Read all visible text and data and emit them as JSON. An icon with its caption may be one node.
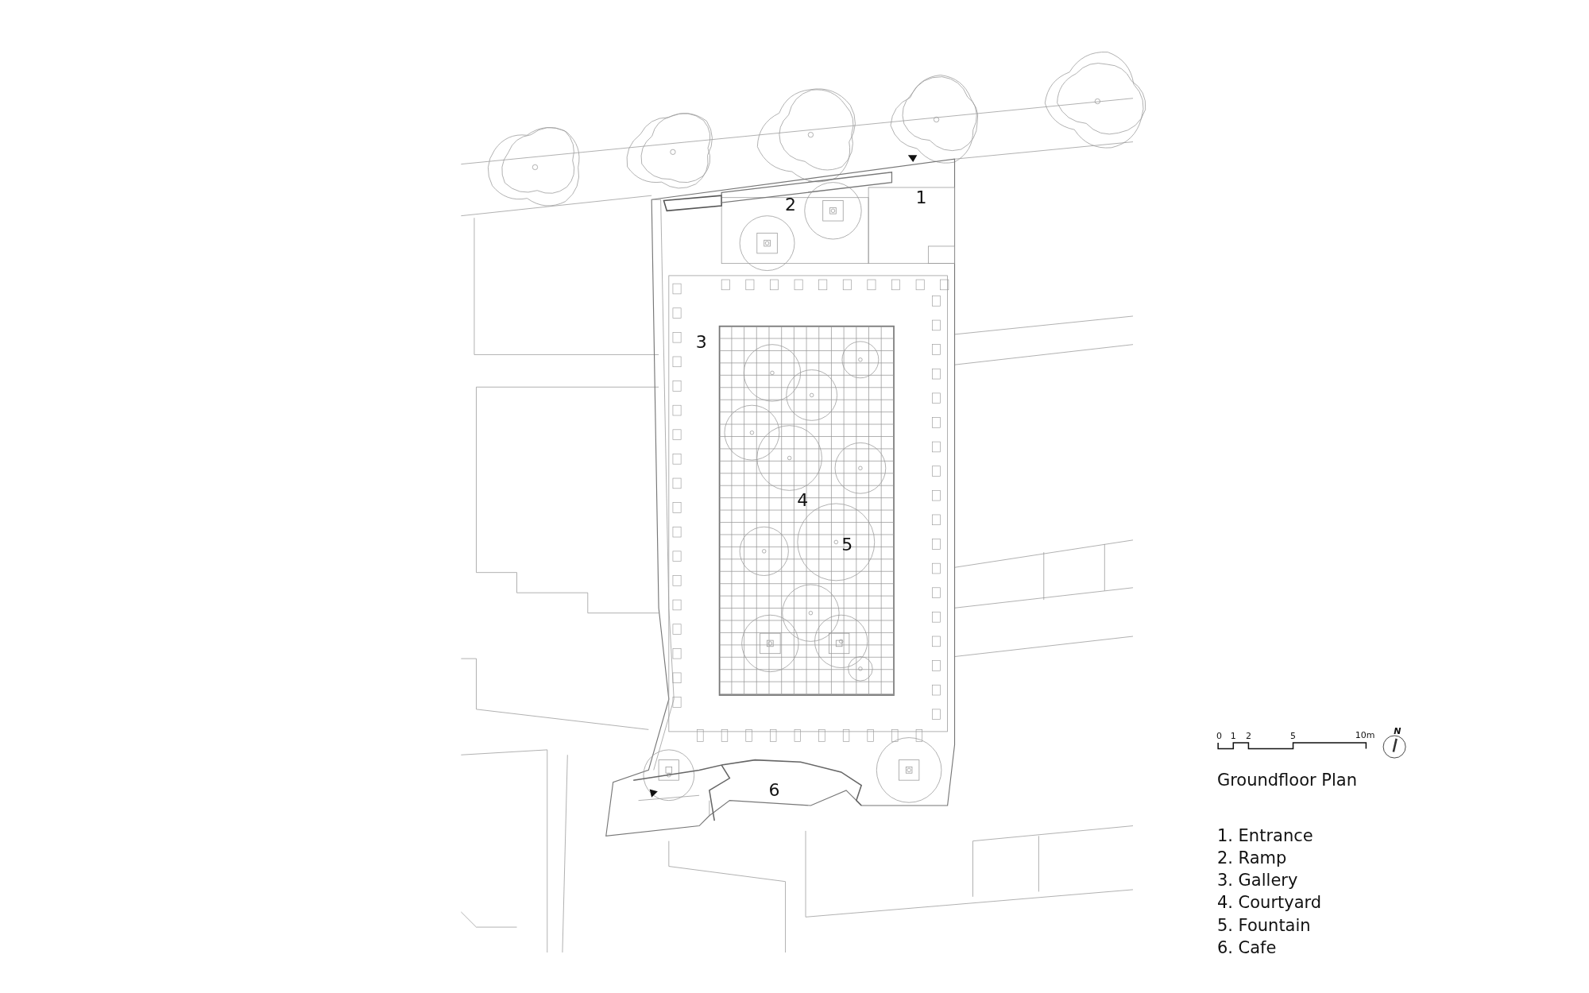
{
  "diagram": {
    "title": "Groundfloor Plan",
    "labels": [
      "1",
      "2",
      "3",
      "4",
      "5",
      "6",
      "0",
      "1",
      "2",
      "5",
      "10m",
      "N",
      "1. Entrance",
      "2. Ramp",
      "3. Gallery",
      "4. Courtyard",
      "5. Fountain",
      "6. Cafe"
    ]
  }
}
